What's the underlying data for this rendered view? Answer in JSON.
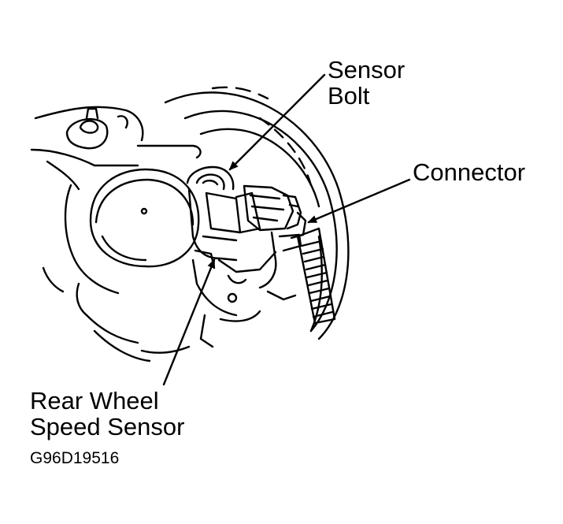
{
  "callouts": {
    "sensor_bolt": [
      "Sensor",
      "Bolt"
    ],
    "connector": [
      "Connector"
    ],
    "rear_wheel_speed_sensor": [
      "Rear Wheel",
      "Speed Sensor"
    ]
  },
  "figure_id": "G96D19516"
}
